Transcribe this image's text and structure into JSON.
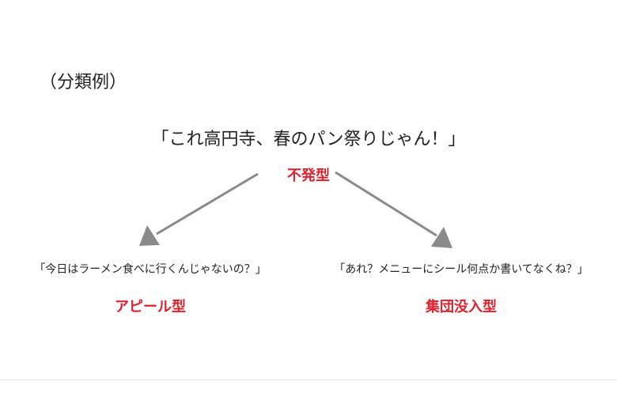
{
  "section_label": "（分類例）",
  "root": {
    "quote": "「これ高円寺、春のパン祭りじゃん！」",
    "type": "不発型"
  },
  "branches": [
    {
      "quote": "「今日はラーメン食べに行くんじゃないの？」",
      "type": "アピール型"
    },
    {
      "quote": "「あれ？メニューにシール何点か書いてなくね？」",
      "type": "集団没入型"
    }
  ],
  "colors": {
    "type_label": "#d9232e",
    "text": "#222222",
    "arrow": "#8a8a8a"
  }
}
